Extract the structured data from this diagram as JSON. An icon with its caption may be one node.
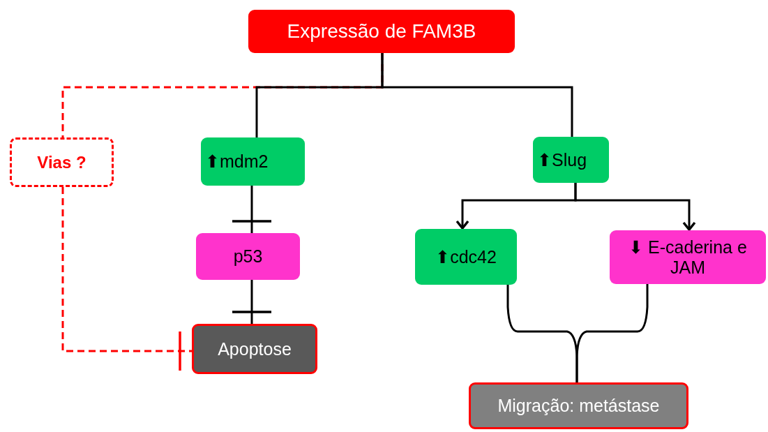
{
  "diagram": {
    "nodes": [
      {
        "text": [
          "Expressão de FAM3B"
        ]
      },
      {
        "text": [
          "Vias ?"
        ]
      },
      {
        "text": [
          "⬆mdm2"
        ]
      },
      {
        "text": [
          "⬆Slug"
        ]
      },
      {
        "text": [
          "p53"
        ]
      },
      {
        "text": [
          "⬆cdc42"
        ]
      },
      {
        "text": [
          "⬇ E-caderina e JAM"
        ]
      },
      {
        "text": [
          "Apoptose"
        ]
      },
      {
        "text": [
          "Migração: metástase"
        ]
      }
    ],
    "edges": [
      {
        "from": 0,
        "to": 1,
        "arrow": "none",
        "style": "dashed",
        "color": "#ff0000"
      },
      {
        "from": 0,
        "to": 2,
        "arrow": "none"
      },
      {
        "from": 0,
        "to": 3,
        "arrow": "none"
      },
      {
        "from": 1,
        "to": 7,
        "arrow": "other",
        "style": "dashed",
        "color": "#ff0000"
      },
      {
        "from": 2,
        "to": 4,
        "arrow": "other"
      },
      {
        "from": 4,
        "to": 7,
        "arrow": "other"
      },
      {
        "from": 3,
        "to": 5,
        "arrow": "to"
      },
      {
        "from": 3,
        "to": 6,
        "arrow": "to"
      },
      {
        "from": 5,
        "to": 8,
        "arrow": "none"
      },
      {
        "from": 6,
        "to": 8,
        "arrow": "none"
      }
    ]
  }
}
